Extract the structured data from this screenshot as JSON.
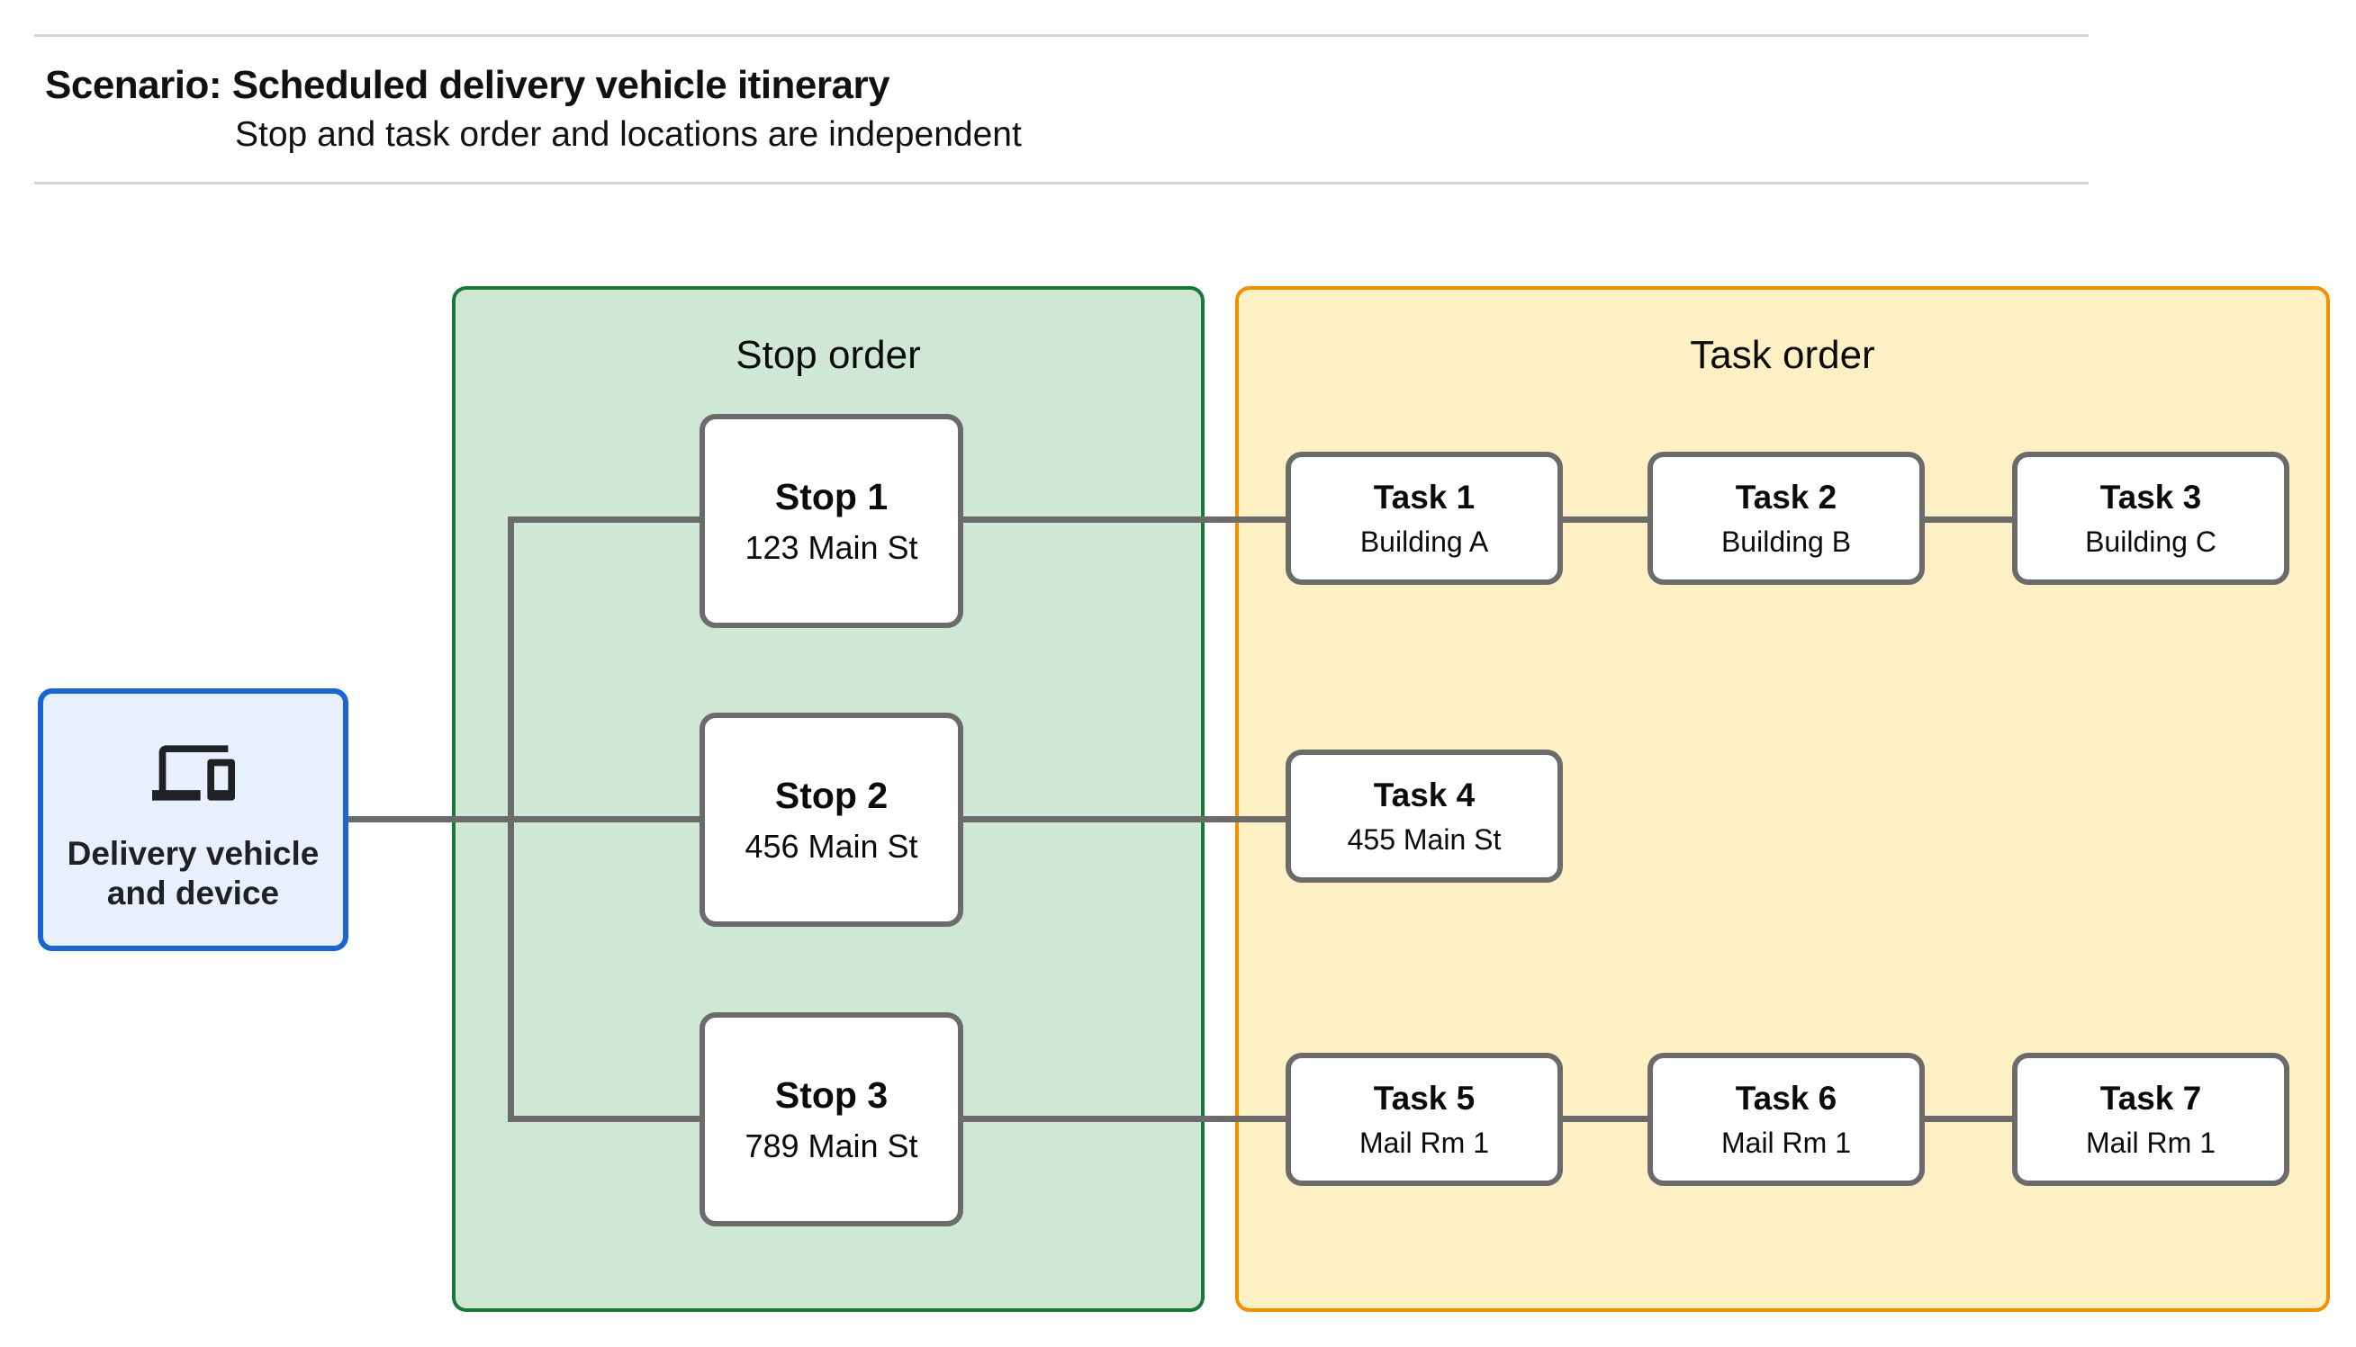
{
  "header": {
    "title": "Scenario: Scheduled delivery vehicle itinerary",
    "subtitle": "Stop and task order and locations are independent"
  },
  "vehicle": {
    "label": "Delivery vehicle and device",
    "icon": "devices-icon",
    "fill": "#e8f0fe",
    "border": "#1a66d0"
  },
  "panels": {
    "stop": {
      "label": "Stop order",
      "fill": "#cfe8d5",
      "border": "#15793a"
    },
    "task": {
      "label": "Task order",
      "fill": "#fdf0c5",
      "border": "#f29100"
    }
  },
  "stops": [
    {
      "title": "Stop 1",
      "subtitle": "123 Main St"
    },
    {
      "title": "Stop 2",
      "subtitle": "456 Main St"
    },
    {
      "title": "Stop 3",
      "subtitle": "789 Main St"
    }
  ],
  "tasks": [
    {
      "title": "Task 1",
      "subtitle": "Building A"
    },
    {
      "title": "Task 2",
      "subtitle": "Building B"
    },
    {
      "title": "Task 3",
      "subtitle": "Building C"
    },
    {
      "title": "Task 4",
      "subtitle": "455 Main St"
    },
    {
      "title": "Task 5",
      "subtitle": "Mail Rm 1"
    },
    {
      "title": "Task 6",
      "subtitle": "Mail Rm 1"
    },
    {
      "title": "Task 7",
      "subtitle": "Mail Rm 1"
    }
  ],
  "colors": {
    "connector": "#6b6b6b",
    "node_border": "#6b6b6b",
    "divider": "#d4d4d4",
    "text": "#111111"
  }
}
